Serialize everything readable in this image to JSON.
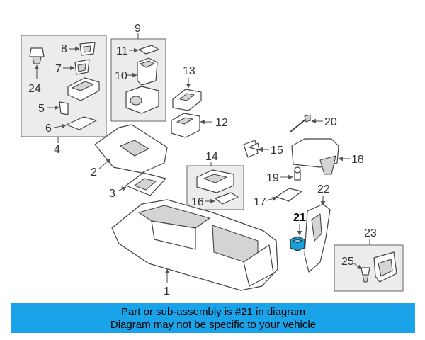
{
  "callouts": {
    "c1": "1",
    "c2": "2",
    "c3": "3",
    "c4": "4",
    "c5": "5",
    "c6": "6",
    "c7": "7",
    "c8": "8",
    "c9": "9",
    "c10": "10",
    "c11": "11",
    "c12": "12",
    "c13": "13",
    "c14": "14",
    "c15": "15",
    "c16": "16",
    "c17": "17",
    "c18": "18",
    "c19": "19",
    "c20": "20",
    "c21": "21",
    "c22": "22",
    "c23": "23",
    "c24": "24",
    "c25": "25"
  },
  "highlight_part": "21",
  "colors": {
    "banner": "#1aa3e8",
    "highlight_part": "#1a9fd8"
  },
  "banner": {
    "line1": "Part or sub-assembly is #21 in diagram",
    "line2": "Diagram may not be specific to your vehicle"
  }
}
